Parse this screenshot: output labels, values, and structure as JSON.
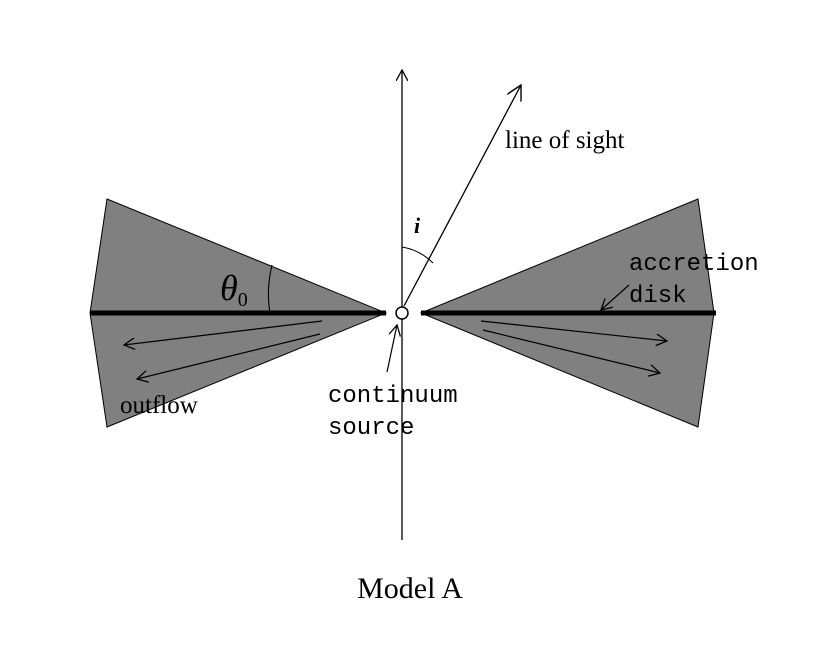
{
  "diagram": {
    "labels": {
      "line_of_sight": "line of sight",
      "inclination": "i",
      "theta_symbol": "θ",
      "theta_subscript": "0",
      "accretion_line1": "accretion",
      "accretion_line2": "disk",
      "outflow": "outflow",
      "continuum_line1": "continuum",
      "continuum_line2": "source",
      "caption": "Model A"
    },
    "colors": {
      "wedge_fill": "#808080",
      "stroke": "#000000",
      "background": "#ffffff"
    }
  }
}
